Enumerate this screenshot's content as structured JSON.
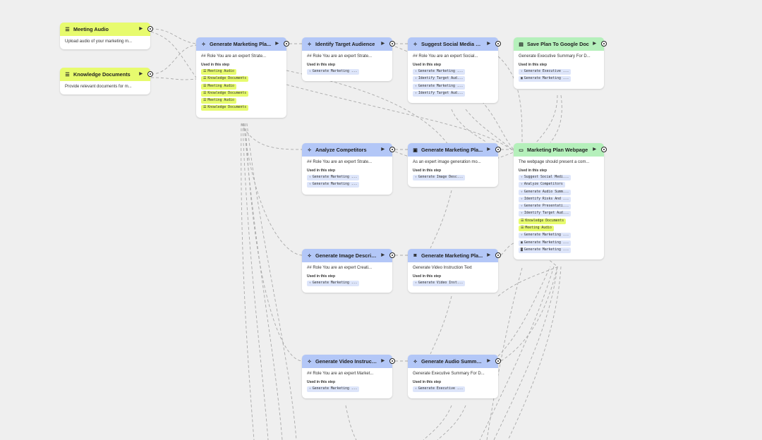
{
  "canvas": {
    "edge_color": "#a9a9a9",
    "colors": {
      "input": "#e7fb6e",
      "generate": "#b3c7f7",
      "output": "#b5f0bb"
    }
  },
  "icons": {
    "input": "list-icon",
    "generate": "sparkle-wand-icon",
    "image": "image-icon",
    "video": "video-icon",
    "document": "document-icon",
    "webpage": "webpage-icon",
    "play": "play-triangle-icon",
    "port": "output-port-icon"
  },
  "labels": {
    "used_in_step": "Used in this step"
  },
  "nodes": {
    "meeting_audio": {
      "title": "Meeting Audio",
      "desc": "Upload audio of your marketing m..."
    },
    "knowledge_docs": {
      "title": "Knowledge Documents",
      "desc": "Provide relevant documents for m..."
    },
    "gen_marketing_plan": {
      "title": "Generate Marketing Pla...",
      "desc": "## Role You are an expert Strate...",
      "chips": [
        "Meeting Audio",
        "Knowledge Documents",
        "Meeting Audio",
        "Knowledge Documents",
        "Meeting Audio",
        "Knowledge Documents"
      ]
    },
    "identify_audience": {
      "title": "Identify Target Audience",
      "desc": "## Role You are an expert Strate...",
      "chips": [
        "Generate Marketing ..."
      ]
    },
    "suggest_social": {
      "title": "Suggest Social Media Po...",
      "desc": "## Role You are an expert Social...",
      "chips": [
        "Generate Marketing ...",
        "Identify Target Aud...",
        "Generate Marketing ...",
        "Identify Target Aud..."
      ]
    },
    "save_plan": {
      "title": "Save Plan To Google Doc",
      "desc": "Generate Executive Summary For D...",
      "chips": [
        "Generate Executive ...",
        "Generate Marketing ..."
      ]
    },
    "analyze_competitors": {
      "title": "Analyze Competitors",
      "desc": "## Role You are an expert Strate...",
      "chips": [
        "Generate Marketing ...",
        "Generate Marketing ..."
      ]
    },
    "gen_plan_image": {
      "title": "Generate Marketing Pla...",
      "desc": "As an expert image generation mo...",
      "chips": [
        "Generate Image Desc..."
      ]
    },
    "webpage": {
      "title": "Marketing Plan Webpage",
      "desc": "The webpage should present a com...",
      "chips": [
        "Suggest Social Medi...",
        "Analyze Competitors",
        "Generate Audio Summ...",
        "Identify Risks And ...",
        "Generate Presentati...",
        "Identify Target Aud...",
        "Knowledge Documents",
        "Meeting Audio",
        "Generate Marketing ...",
        "Generate Marketing ...",
        "Generate Marketing ..."
      ]
    },
    "gen_image_desc": {
      "title": "Generate Image Descrip...",
      "desc": "## Role You are an expert Creati...",
      "chips": [
        "Generate Marketing ..."
      ]
    },
    "gen_plan_video": {
      "title": "Generate Marketing Pla...",
      "desc": "Generate Video Instruction Text",
      "chips": [
        "Generate Video Inst..."
      ]
    },
    "gen_video_instr": {
      "title": "Generate Video Instruct...",
      "desc": "## Role You are an expert Market...",
      "chips": [
        "Generate Marketing ..."
      ]
    },
    "gen_audio_summary": {
      "title": "Generate Audio Summary",
      "desc": "Generate Executive Summary For D...",
      "chips": [
        "Generate Executive ..."
      ]
    }
  }
}
